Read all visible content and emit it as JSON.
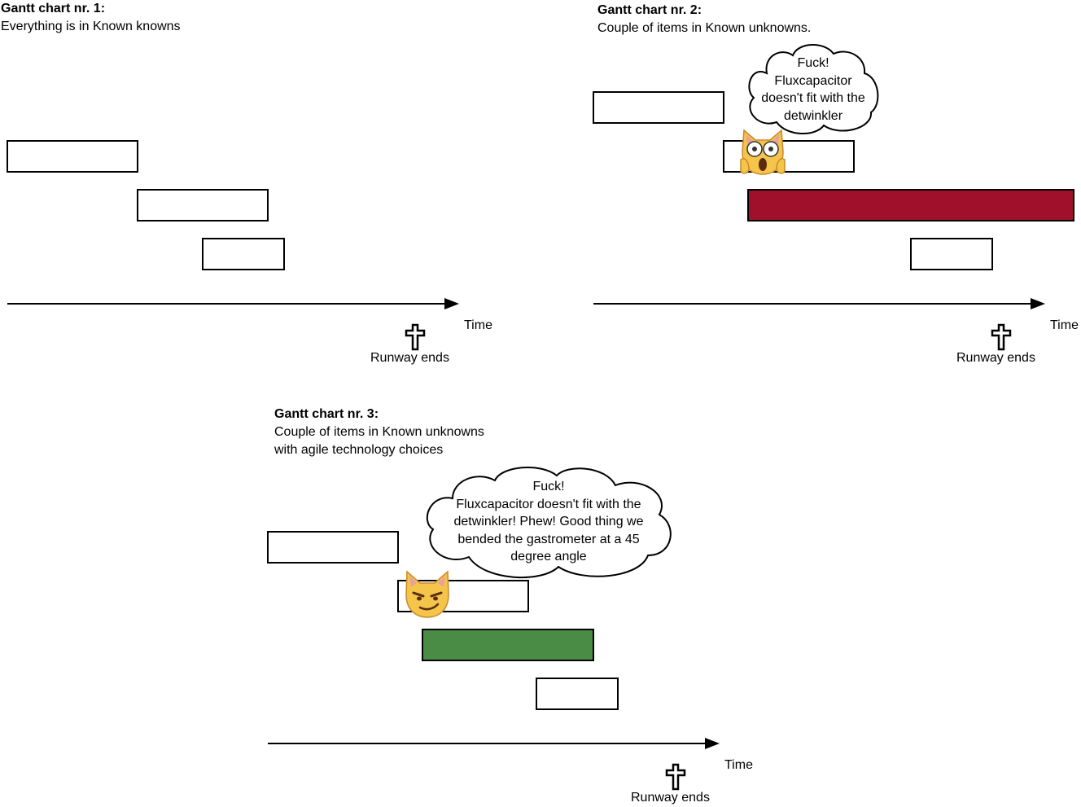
{
  "charts": [
    {
      "title": "Gantt chart nr. 1:",
      "subtitle_lines": [
        "Everything is in Known knowns"
      ],
      "time_label": "Time",
      "runway_label": "Runway ends"
    },
    {
      "title": "Gantt chart nr. 2:",
      "subtitle_lines": [
        "Couple of items in Known unknowns."
      ],
      "time_label": "Time",
      "runway_label": "Runway ends",
      "cloud_lines": [
        "Fuck!",
        "Fluxcapacitor",
        "doesn't fit with the",
        "detwinkler"
      ],
      "cat_icon": "scared-cat-icon"
    },
    {
      "title": "Gantt chart nr. 3:",
      "subtitle_lines": [
        "Couple of items in Known unknowns",
        "with agile technology choices"
      ],
      "time_label": "Time",
      "runway_label": "Runway ends",
      "cloud_lines": [
        "Fuck!",
        "Fluxcapacitor doesn't fit with the",
        "detwinkler! Phew! Good thing we",
        "bended the gastrometer at a 45",
        "degree angle"
      ],
      "cat_icon": "smirking-cat-icon"
    }
  ],
  "colors": {
    "overrun_bar": "#a0102a",
    "agile_bar": "#4a8c45"
  }
}
